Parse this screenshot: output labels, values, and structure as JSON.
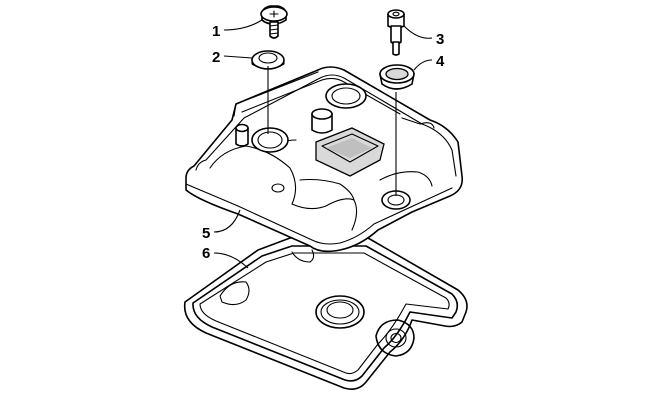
{
  "diagram": {
    "callouts": [
      {
        "number": "1",
        "part": "flange-bolt"
      },
      {
        "number": "2",
        "part": "seal-washer"
      },
      {
        "number": "3",
        "part": "shoulder-bolt"
      },
      {
        "number": "4",
        "part": "grommet"
      },
      {
        "number": "5",
        "part": "valve-cover"
      },
      {
        "number": "6",
        "part": "cover-gasket"
      }
    ]
  }
}
